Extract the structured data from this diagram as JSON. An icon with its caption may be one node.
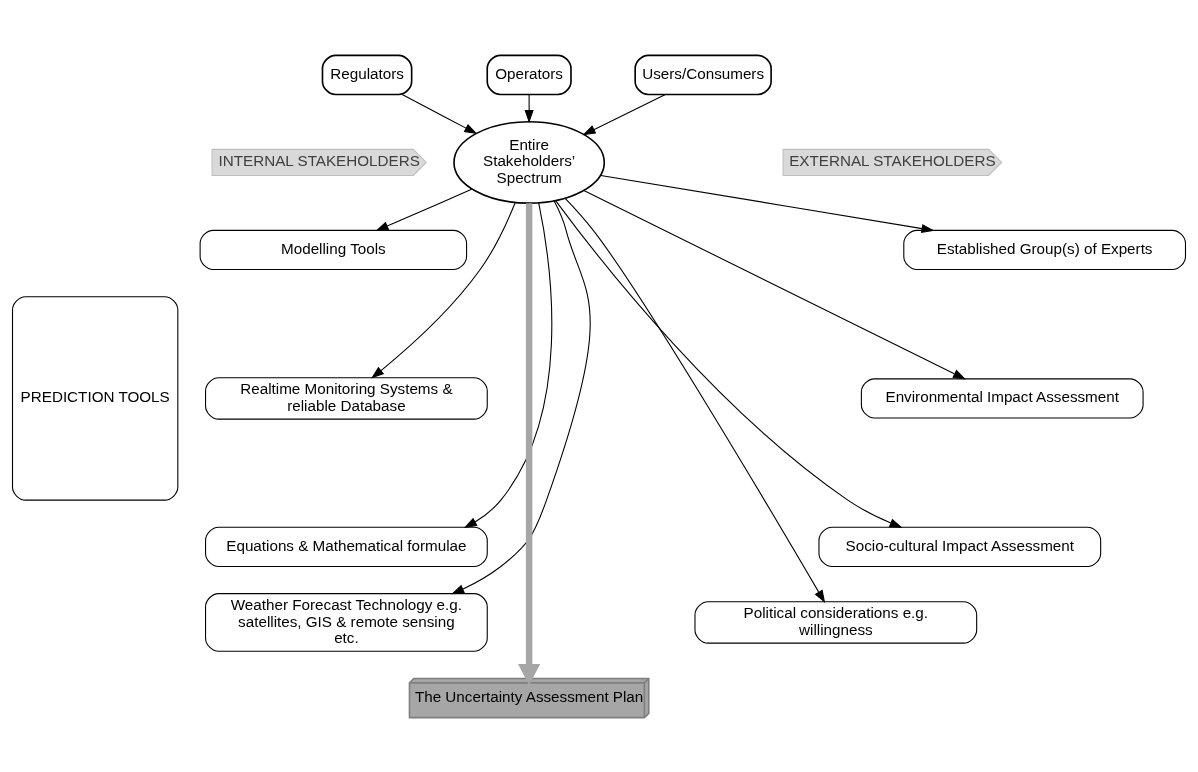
{
  "diagram": {
    "nodes": [
      {
        "text": [
          "Regulators"
        ]
      },
      {
        "text": [
          "Operators"
        ]
      },
      {
        "text": [
          "Users/Consumers"
        ]
      },
      {
        "text": [
          "INTERNAL STAKEHOLDERS"
        ]
      },
      {
        "text": [
          "Entire Stakeholders’ Spectrum"
        ]
      },
      {
        "text": [
          "EXTERNAL STAKEHOLDERS"
        ]
      },
      {
        "text": [
          "PREDICTION TOOLS"
        ]
      },
      {
        "text": [
          "Modelling Tools"
        ]
      },
      {
        "text": [
          "Established Group(s) of Experts"
        ]
      },
      {
        "text": [
          "Realtime Monitoring Systems & reliable Database"
        ]
      },
      {
        "text": [
          "Environmental Impact Assessment"
        ]
      },
      {
        "text": [
          "Equations & Mathematical formulae"
        ]
      },
      {
        "text": [
          "Socio-cultural Impact Assessment"
        ]
      },
      {
        "text": [
          "Weather Forecast Technology e.g. satellites, GIS & remote sensing etc."
        ]
      },
      {
        "text": [
          "Political considerations e.g. willingness"
        ]
      },
      {
        "text": [
          "The Uncertainty Assessment Plan"
        ]
      }
    ],
    "edges": [
      {
        "from": 0,
        "to": 4,
        "arrow": "to"
      },
      {
        "from": 1,
        "to": 4,
        "arrow": "to"
      },
      {
        "from": 2,
        "to": 4,
        "arrow": "to"
      },
      {
        "from": 4,
        "to": 15,
        "arrow": "to",
        "style": "thick",
        "color": "#a6a6a6"
      },
      {
        "from": 4,
        "to": 7,
        "arrow": "to"
      },
      {
        "from": 4,
        "to": 9,
        "arrow": "to"
      },
      {
        "from": 4,
        "to": 11,
        "arrow": "to"
      },
      {
        "from": 4,
        "to": 13,
        "arrow": "to"
      },
      {
        "from": 4,
        "to": 8,
        "arrow": "to"
      },
      {
        "from": 4,
        "to": 10,
        "arrow": "to"
      },
      {
        "from": 4,
        "to": 12,
        "arrow": "to"
      },
      {
        "from": 4,
        "to": 14,
        "arrow": "to"
      }
    ]
  }
}
